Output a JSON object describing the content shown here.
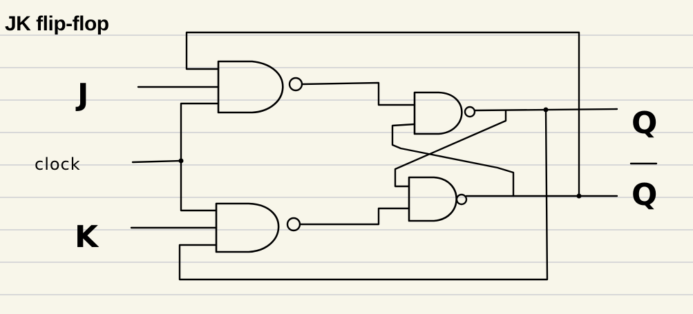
{
  "title": "JK flip-flop",
  "labels": {
    "j": "J",
    "k": "K",
    "clock": "clock",
    "q": "Q",
    "q_bar": "Q"
  },
  "components": [
    {
      "id": "nand-1",
      "type": "NAND",
      "inputs": [
        "J",
        "clock",
        "Q̄ (feedback)"
      ]
    },
    {
      "id": "nand-2",
      "type": "NAND",
      "inputs": [
        "K",
        "clock",
        "Q (feedback)"
      ]
    },
    {
      "id": "nand-3",
      "type": "NAND",
      "inputs": [
        "nand-1 out",
        "nand-4 out"
      ],
      "output": "Q"
    },
    {
      "id": "nand-4",
      "type": "NAND",
      "inputs": [
        "nand-3 out",
        "nand-2 out"
      ],
      "output": "Q̄"
    }
  ]
}
